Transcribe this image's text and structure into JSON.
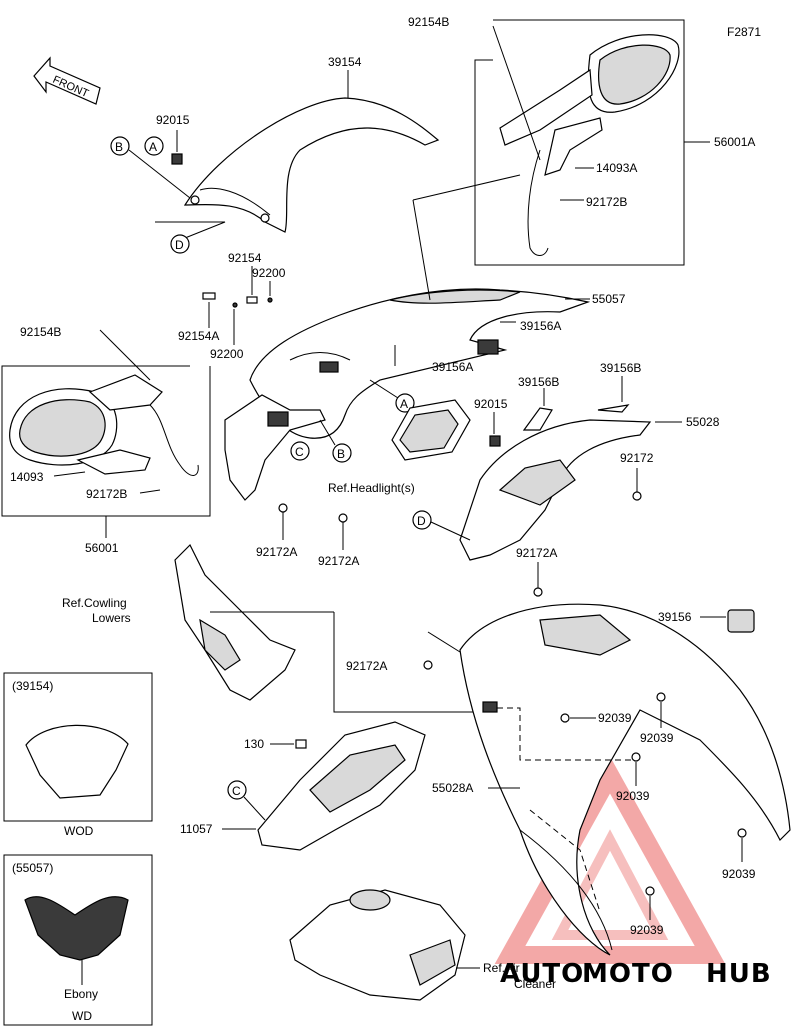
{
  "figure_code": "F2871",
  "front_label": "FRONT",
  "callouts": {
    "c39154": "39154",
    "c92154B_top": "92154B",
    "c92015_top": "92015",
    "c56001A": "56001A",
    "c14093A": "14093A",
    "c92172B_top": "92172B",
    "c92154": "92154",
    "c92200_top": "92200",
    "c55057": "55057",
    "c92154B_left": "92154B",
    "c92154A": "92154A",
    "c39156A_1": "39156A",
    "c92200_bot": "92200",
    "c39156A_2": "39156A",
    "c39156B_1": "39156B",
    "c39156B_2": "39156B",
    "c92015_mid": "92015",
    "c55028": "55028",
    "c14093": "14093",
    "c92172B_left": "92172B",
    "c92172": "92172",
    "ref_headlight": "Ref.Headlight(s)",
    "c56001": "56001",
    "c92172A_1": "92172A",
    "c92172A_2": "92172A",
    "c92172A_3": "92172A",
    "ref_cowling_1": "Ref.Cowling",
    "ref_cowling_2": "Lowers",
    "c39156": "39156",
    "c92172A_4": "92172A",
    "c92039_1": "92039",
    "c92039_2": "92039",
    "c130": "130",
    "c55028A": "55028A",
    "c92039_3": "92039",
    "c11057": "11057",
    "c92039_4": "92039",
    "c92039_5": "92039",
    "ref_air_1": "Ref.Air",
    "ref_air_2": "Cleaner"
  },
  "ref_letters": {
    "a1": "A",
    "b1": "B",
    "d1": "D",
    "a2": "A",
    "b2": "B",
    "c1": "C",
    "d2": "D",
    "c2": "C"
  },
  "inset_wod": {
    "part_no": "(39154)",
    "variant": "WOD"
  },
  "inset_wd": {
    "part_no": "(55057)",
    "color": "Ebony",
    "variant": "WD"
  },
  "watermark": {
    "part1": "AUTO",
    "part2": "MOTO",
    "part3": "HUB"
  },
  "colors": {
    "watermark_red": "#e8514f",
    "watermark_grey": "#7a7a7a",
    "ink": "#000000"
  }
}
